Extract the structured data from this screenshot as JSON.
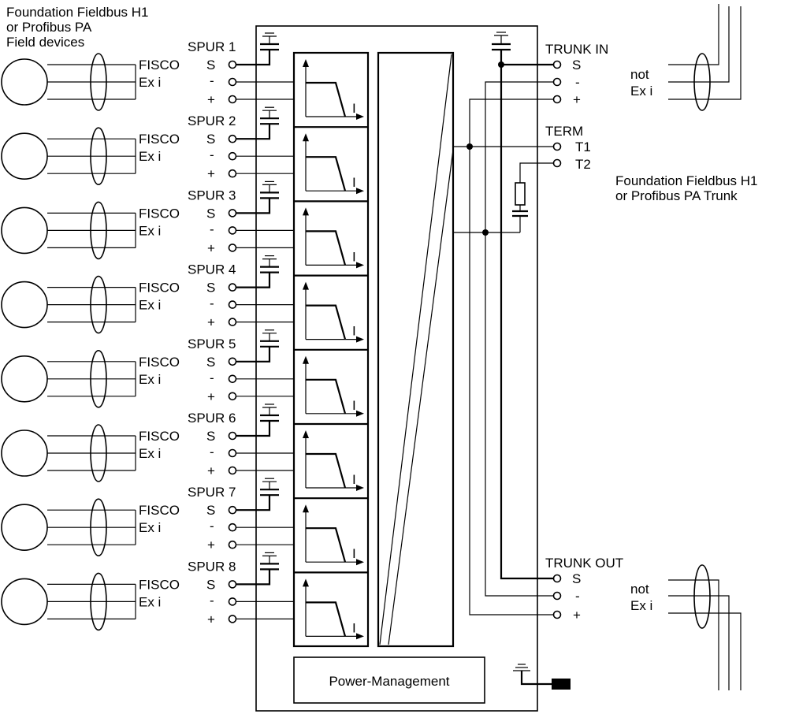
{
  "field_devices_label": {
    "line1": "Foundation Fieldbus H1",
    "line2": "or Profibus PA",
    "line3": "Field devices"
  },
  "spur_labels": [
    "SPUR 1",
    "SPUR 2",
    "SPUR 3",
    "SPUR 4",
    "SPUR 5",
    "SPUR 6",
    "SPUR 7",
    "SPUR 8"
  ],
  "spur_device": {
    "fisco": "FISCO",
    "ex_i": "Ex i",
    "s": "S",
    "minus": "-",
    "plus": "+"
  },
  "filter_axis_label": "I",
  "trunk_in": {
    "title": "TRUNK IN",
    "s": "S",
    "minus": "-",
    "plus": "+",
    "note1": "not",
    "note2": "Ex i"
  },
  "term": {
    "title": "TERM",
    "t1": "T1",
    "t2": "T2"
  },
  "trunk_label": {
    "line1": "Foundation Fieldbus H1",
    "line2": "or Profibus PA Trunk"
  },
  "trunk_out": {
    "title": "TRUNK OUT",
    "s": "S",
    "minus": "-",
    "plus": "+",
    "note1": "not",
    "note2": "Ex i"
  },
  "power_management_label": "Power-Management"
}
